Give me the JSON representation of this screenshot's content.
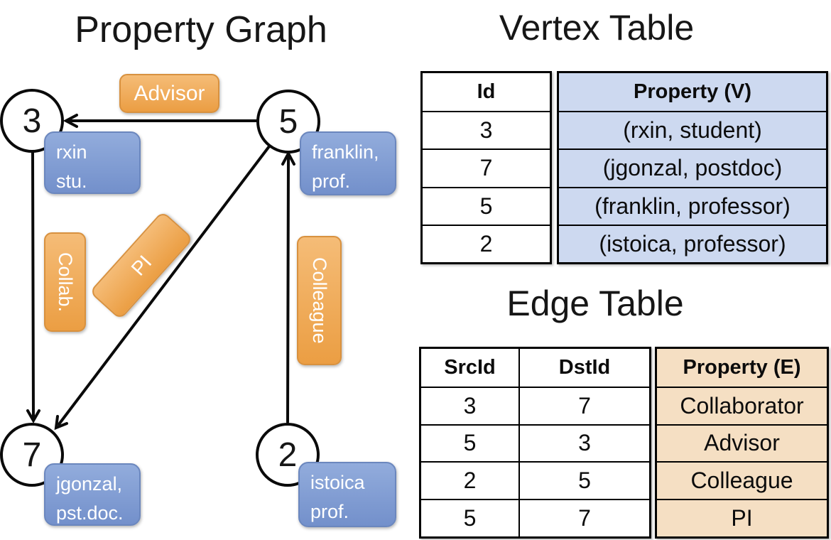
{
  "graph": {
    "title": "Property Graph",
    "nodes": [
      {
        "id": "3",
        "label_line1": "rxin",
        "label_line2": "stu."
      },
      {
        "id": "5",
        "label_line1": "franklin,",
        "label_line2": "prof."
      },
      {
        "id": "7",
        "label_line1": "jgonzal,",
        "label_line2": "pst.doc."
      },
      {
        "id": "2",
        "label_line1": "istoica",
        "label_line2": "prof."
      }
    ],
    "edge_labels": {
      "advisor": "Advisor",
      "collab": "Collab.",
      "pi": "PI",
      "colleague": "Colleague"
    }
  },
  "vertex_table": {
    "title": "Vertex Table",
    "columns": {
      "id": "Id",
      "property": "Property (V)"
    },
    "rows": [
      {
        "id": "3",
        "property": "(rxin, student)"
      },
      {
        "id": "7",
        "property": "(jgonzal, postdoc)"
      },
      {
        "id": "5",
        "property": "(franklin, professor)"
      },
      {
        "id": "2",
        "property": "(istoica, professor)"
      }
    ]
  },
  "edge_table": {
    "title": "Edge Table",
    "columns": {
      "src": "SrcId",
      "dst": "DstId",
      "property": "Property (E)"
    },
    "rows": [
      {
        "src": "3",
        "dst": "7",
        "property": "Collaborator"
      },
      {
        "src": "5",
        "dst": "3",
        "property": "Advisor"
      },
      {
        "src": "2",
        "dst": "5",
        "property": "Colleague"
      },
      {
        "src": "5",
        "dst": "7",
        "property": "PI"
      }
    ]
  },
  "colors": {
    "edge-label-top": "#f5bc77",
    "edge-label-bottom": "#eb9e43",
    "edge-label-border": "#d8913f",
    "vertex-label-top": "#92acdc",
    "vertex-label-bottom": "#7390cb",
    "vertex-label-border": "#6b87be",
    "vertex-property-fill": "#cdd9f0",
    "edge-property-fill": "#f5dfc3",
    "line-color": "#0a0a0a",
    "text-dark": "#161616",
    "label-text": "#ffffff"
  }
}
